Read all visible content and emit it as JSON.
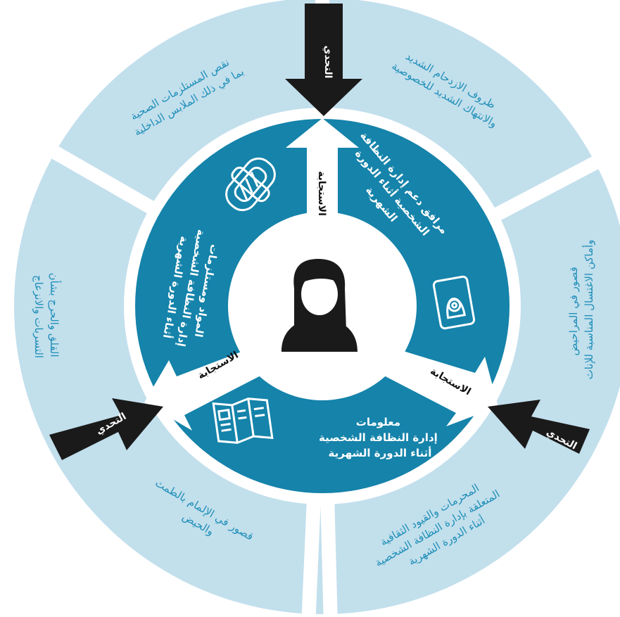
{
  "colors": {
    "outer_ring": "#c2dfec",
    "inner_ring": "#1583aa",
    "center": "#ffffff",
    "challenge_arrow": "#1a1a1a",
    "response_arrow": "#ffffff",
    "outer_text": "#1f8fb8",
    "inner_text": "#ffffff"
  },
  "outer_segments": [
    {
      "lines": [
        "نقص المستلزمات الصحية",
        "بما في ذلك الملابس الداخلية"
      ]
    },
    {
      "lines": [
        "ظروف الازدحام الشديد",
        "والانتهاك الشديد للخصوصية"
      ]
    },
    {
      "lines": [
        "قصور في المراحيض",
        "وأماكن الاغتسال المناسبة للإناث"
      ]
    },
    {
      "lines": [
        "المحرمات والقيود الثقافية",
        "المتعلقة بإدارة النظافة الشخصية",
        "أثناء الدورة الشهرية"
      ]
    },
    {
      "lines": [
        "قصور في الإلمام بالطمث",
        "والحيض"
      ]
    },
    {
      "lines": [
        "القلق والحرج بشأن",
        "التسربات والانزعاج"
      ]
    }
  ],
  "inner_segments": [
    {
      "icon": "sanitary-pad-icon",
      "lines": [
        "المواد ومستلزمات",
        "إدارة النظافة الشخصية",
        "أثناء الدورة الشهرية"
      ]
    },
    {
      "icon": "",
      "lines": [
        "مرافق دعم إدارة النظافة",
        "الشخصية أثناء الدورة",
        "الشهرية"
      ]
    },
    {
      "icon": "washroom-icon",
      "lines": []
    },
    {
      "icon": "leaflet-icon",
      "lines": [
        "معلومات",
        "إدارة النظافة الشخصية",
        "أثناء الدورة الشهرية"
      ]
    }
  ],
  "arrows": {
    "challenge_label": "التحدي",
    "response_label": "الاستجابة"
  },
  "center": {
    "icon": "woman-icon"
  }
}
